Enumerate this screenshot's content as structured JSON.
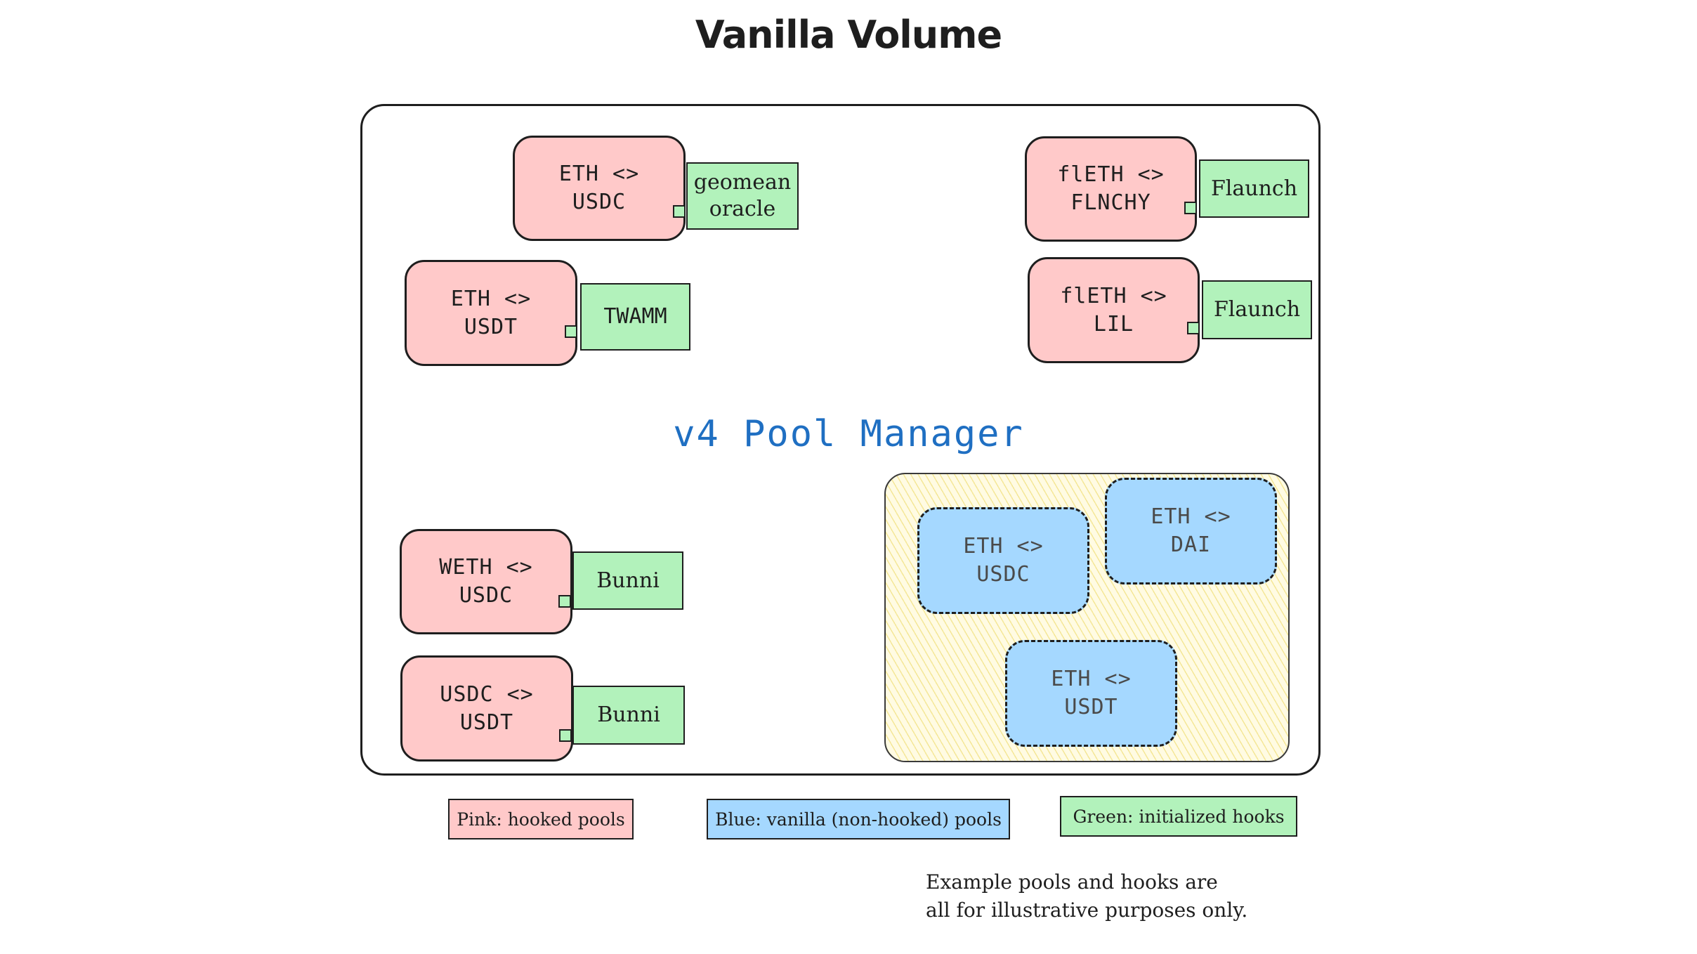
{
  "title": "Vanilla Volume",
  "manager": {
    "label": "v4 Pool Manager"
  },
  "colors": {
    "hooked_pool": "#ffc9c9",
    "vanilla_pool": "#a5d8ff",
    "hook": "#b2f2bb",
    "manager_label": "#1f6fc2",
    "vanilla_area": "#fffbe3"
  },
  "hooked_pools": [
    {
      "line1": "ETH <>",
      "line2": "USDC",
      "hook_line1": "geomean",
      "hook_line2": "oracle"
    },
    {
      "line1": "ETH <>",
      "line2": "USDT",
      "hook_line1": "TWAMM",
      "hook_line2": ""
    },
    {
      "line1": "flETH <>",
      "line2": "FLNCHY",
      "hook_line1": "Flaunch",
      "hook_line2": ""
    },
    {
      "line1": "flETH <>",
      "line2": "LIL",
      "hook_line1": "Flaunch",
      "hook_line2": ""
    },
    {
      "line1": "WETH <>",
      "line2": "USDC",
      "hook_line1": "Bunni",
      "hook_line2": ""
    },
    {
      "line1": "USDC <>",
      "line2": "USDT",
      "hook_line1": "Bunni",
      "hook_line2": ""
    }
  ],
  "vanilla_pools": [
    {
      "line1": "ETH <>",
      "line2": "USDC"
    },
    {
      "line1": "ETH <>",
      "line2": "DAI"
    },
    {
      "line1": "ETH <>",
      "line2": "USDT"
    }
  ],
  "legend": {
    "pink": "Pink: hooked pools",
    "blue": "Blue: vanilla (non-hooked) pools",
    "green": "Green: initialized hooks"
  },
  "note": {
    "line1": "Example pools and hooks are",
    "line2": "all for illustrative purposes only."
  }
}
